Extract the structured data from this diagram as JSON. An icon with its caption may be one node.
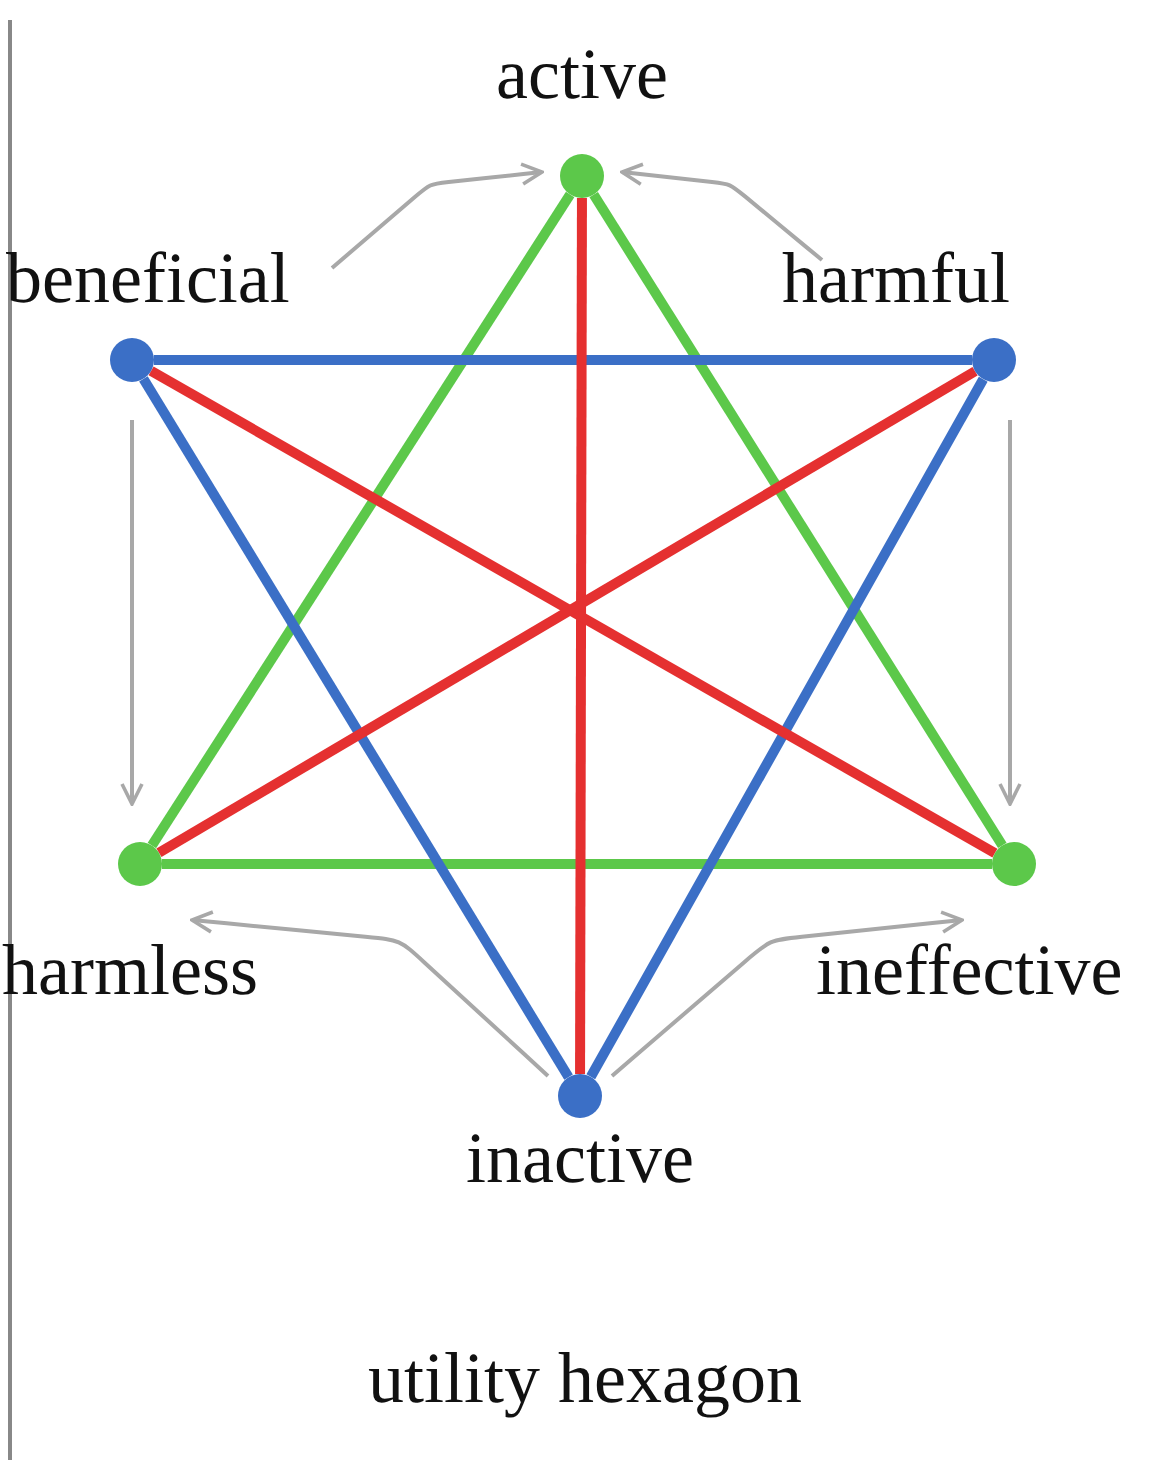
{
  "diagram": {
    "caption": "utility hexagon",
    "nodes": [
      {
        "text": [
          "active"
        ]
      },
      {
        "text": [
          "beneficial"
        ]
      },
      {
        "text": [
          "harmful"
        ]
      },
      {
        "text": [
          "harmless"
        ]
      },
      {
        "text": [
          "ineffective"
        ]
      },
      {
        "text": [
          "inactive"
        ]
      }
    ],
    "edges": [
      {
        "from": 0,
        "to": 3,
        "arrow": "none",
        "color": "#5cc84a"
      },
      {
        "from": 0,
        "to": 4,
        "arrow": "none",
        "color": "#5cc84a"
      },
      {
        "from": 3,
        "to": 4,
        "arrow": "none",
        "color": "#5cc84a"
      },
      {
        "from": 1,
        "to": 2,
        "arrow": "none",
        "color": "#3b6fc6"
      },
      {
        "from": 1,
        "to": 5,
        "arrow": "none",
        "color": "#3b6fc6"
      },
      {
        "from": 2,
        "to": 5,
        "arrow": "none",
        "color": "#3b6fc6"
      },
      {
        "from": 0,
        "to": 5,
        "arrow": "none",
        "color": "#e53030"
      },
      {
        "from": 1,
        "to": 4,
        "arrow": "none",
        "color": "#e53030"
      },
      {
        "from": 2,
        "to": 3,
        "arrow": "none",
        "color": "#e53030"
      },
      {
        "from": 1,
        "to": 0,
        "arrow": "to"
      },
      {
        "from": 2,
        "to": 0,
        "arrow": "to"
      },
      {
        "from": 1,
        "to": 3,
        "arrow": "to"
      },
      {
        "from": 2,
        "to": 4,
        "arrow": "to"
      },
      {
        "from": 5,
        "to": 3,
        "arrow": "to"
      },
      {
        "from": 5,
        "to": 4,
        "arrow": "to"
      }
    ]
  }
}
